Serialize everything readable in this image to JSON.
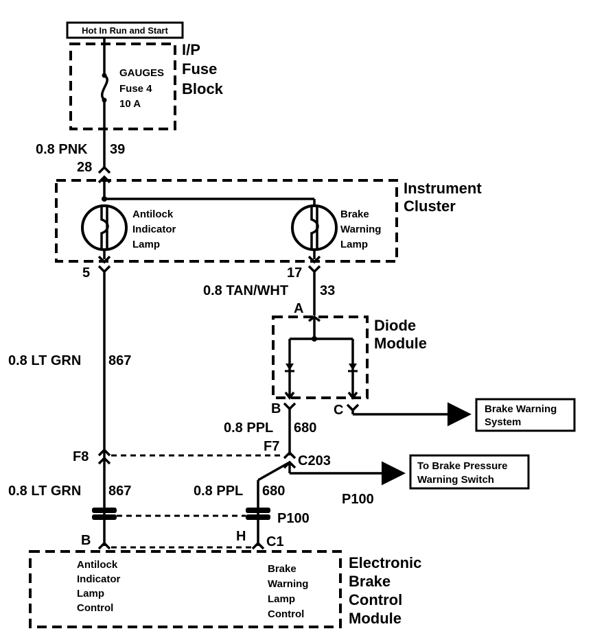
{
  "header": {
    "power_label": "Hot In Run and Start"
  },
  "fuse_block": {
    "title_lines": [
      "I/P",
      "Fuse",
      "Block"
    ],
    "fuse_lines": [
      "GAUGES",
      "Fuse 4",
      "10 A"
    ]
  },
  "wires": {
    "pnk": {
      "label": "0.8 PNK",
      "circuit": "39"
    },
    "tan_wht": {
      "label": "0.8 TAN/WHT",
      "circuit": "33"
    },
    "lt_grn_upper": {
      "label": "0.8 LT GRN",
      "circuit": "867"
    },
    "lt_grn_lower": {
      "label": "0.8 LT GRN",
      "circuit": "867"
    },
    "ppl_upper": {
      "label": "0.8 PPL",
      "circuit": "680"
    },
    "ppl_lower": {
      "label": "0.8 PPL",
      "circuit": "680"
    }
  },
  "pins": {
    "p28": "28",
    "p5": "5",
    "p17": "17",
    "pA": "A",
    "pB": "B",
    "pC": "C",
    "pF8": "F8",
    "pF7": "F7",
    "c203": "C203",
    "p100": "P100",
    "p100b": "P100",
    "emB": "B",
    "emH": "H",
    "emC1": "C1"
  },
  "instrument_cluster": {
    "title_lines": [
      "Instrument",
      "Cluster"
    ],
    "antilock_lamp_lines": [
      "Antilock",
      "Indicator",
      "Lamp"
    ],
    "brake_lamp_lines": [
      "Brake",
      "Warning",
      "Lamp"
    ]
  },
  "diode_module": {
    "title_lines": [
      "Diode",
      "Module"
    ]
  },
  "refs": {
    "brake_warning_system_lines": [
      "Brake Warning",
      "System"
    ],
    "brake_pressure_lines": [
      "To Brake Pressure",
      "Warning Switch"
    ]
  },
  "ebcm": {
    "title_lines": [
      "Electronic",
      "Brake",
      "Control",
      "Module"
    ],
    "antilock_control_lines": [
      "Antilock",
      "Indicator",
      "Lamp",
      "Control"
    ],
    "brake_control_lines": [
      "Brake",
      "Warning",
      "Lamp",
      "Control"
    ]
  }
}
